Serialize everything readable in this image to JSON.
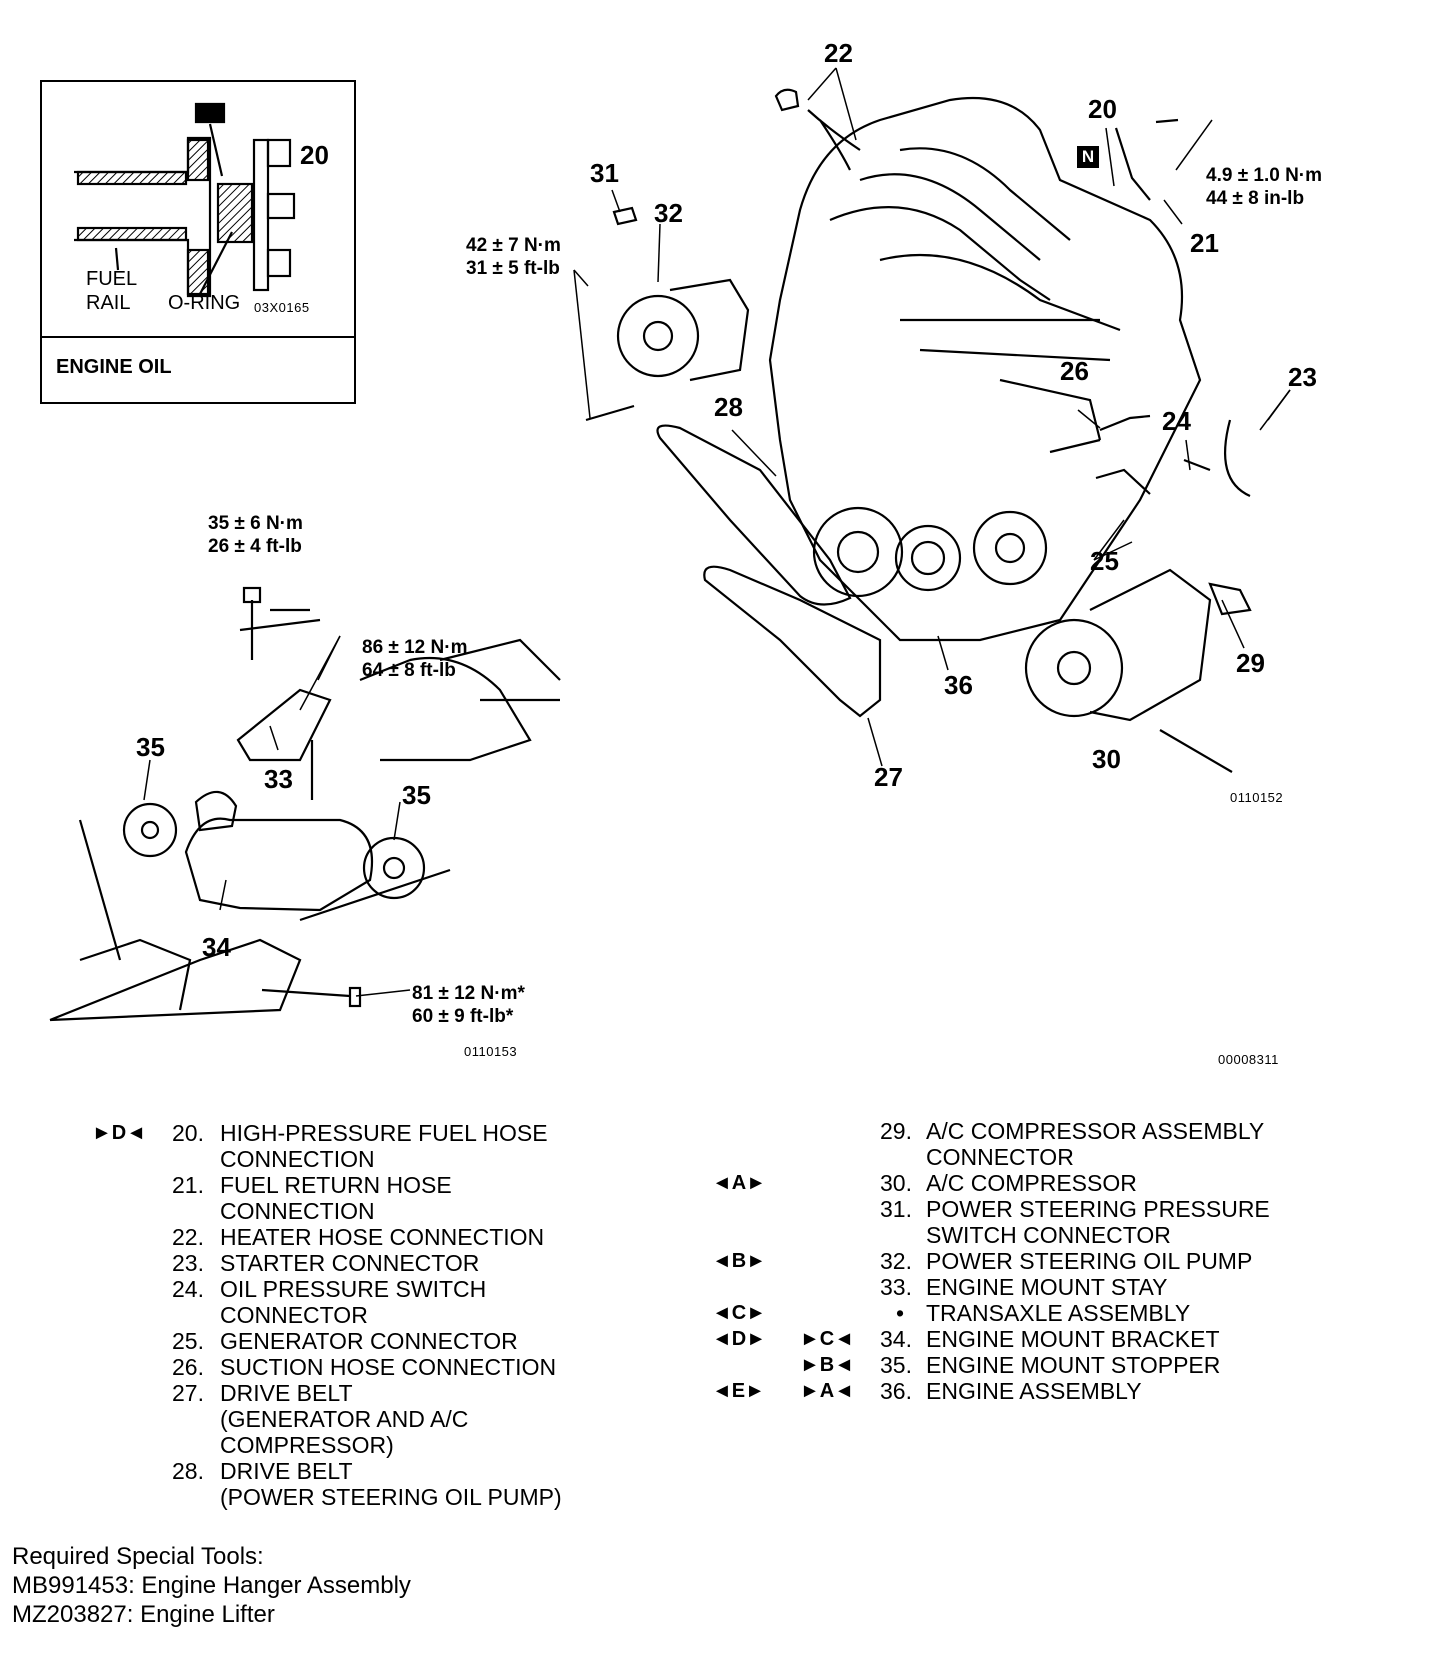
{
  "inset": {
    "callout": "20",
    "fuel_rail_line1": "FUEL",
    "fuel_rail_line2": "RAIL",
    "oring": "O-RING",
    "fig_id": "03X0165",
    "footer": "ENGINE OIL"
  },
  "callouts": {
    "c20": "20",
    "c21": "21",
    "c22": "22",
    "c23": "23",
    "c24": "24",
    "c25": "25",
    "c26": "26",
    "c27": "27",
    "c28": "28",
    "c29": "29",
    "c30": "30",
    "c31": "31",
    "c32": "32",
    "c33": "33",
    "c34": "34",
    "c35a": "35",
    "c35b": "35",
    "c36": "36"
  },
  "torques": {
    "pump_nm": "42 ± 7 N·m",
    "pump_ft": "31 ± 5 ft-lb",
    "hose_nm": "4.9 ± 1.0 N·m",
    "hose_in": "44 ± 8 in-lb",
    "mount_top_nm": "35 ± 6 N·m",
    "mount_top_ft": "26 ± 4 ft-lb",
    "stay_nm": "86 ± 12 N·m",
    "stay_ft": "64 ± 8 ft-lb",
    "bracket_nm": "81 ± 12 N·m*",
    "bracket_ft": "60 ± 9 ft-lb*"
  },
  "badge_n": "N",
  "figure_ids": {
    "main": "0110152",
    "mount": "0110153",
    "sheet": "00008311"
  },
  "legend_left": [
    {
      "tag": "►D◄",
      "num": "20.",
      "text": "HIGH-PRESSURE   FUEL   HOSE"
    },
    {
      "tag": "",
      "num": "",
      "text": "CONNECTION"
    },
    {
      "tag": "",
      "num": "21.",
      "text": "FUEL RETURN HOSE"
    },
    {
      "tag": "",
      "num": "",
      "text": "CONNECTION"
    },
    {
      "tag": "",
      "num": "22.",
      "text": "HEATER HOSE CONNECTION"
    },
    {
      "tag": "",
      "num": "23.",
      "text": "STARTER CONNECTOR"
    },
    {
      "tag": "",
      "num": "24.",
      "text": "OIL PRESSURE SWITCH"
    },
    {
      "tag": "",
      "num": "",
      "text": "CONNECTOR"
    },
    {
      "tag": "",
      "num": "25.",
      "text": "GENERATOR CONNECTOR"
    },
    {
      "tag": "",
      "num": "26.",
      "text": "SUCTION HOSE CONNECTION"
    },
    {
      "tag": "",
      "num": "27.",
      "text": "DRIVE BELT"
    },
    {
      "tag": "",
      "num": "",
      "text": "(GENERATOR AND A/C"
    },
    {
      "tag": "",
      "num": "",
      "text": "COMPRESSOR)"
    },
    {
      "tag": "",
      "num": "28.",
      "text": "DRIVE BELT"
    },
    {
      "tag": "",
      "num": "",
      "text": "(POWER STEERING OIL PUMP)"
    }
  ],
  "legend_right": [
    {
      "tag1": "",
      "tag2": "",
      "num": "29.",
      "text": "A/C   COMPRESSOR   ASSEMBLY"
    },
    {
      "tag1": "",
      "tag2": "",
      "num": "",
      "text": "CONNECTOR"
    },
    {
      "tag1": "◄A►",
      "tag2": "",
      "num": "30.",
      "text": "A/C COMPRESSOR"
    },
    {
      "tag1": "",
      "tag2": "",
      "num": "31.",
      "text": "POWER   STEERING   PRESSURE"
    },
    {
      "tag1": "",
      "tag2": "",
      "num": "",
      "text": "SWITCH CONNECTOR"
    },
    {
      "tag1": "◄B►",
      "tag2": "",
      "num": "32.",
      "text": "POWER STEERING OIL PUMP"
    },
    {
      "tag1": "",
      "tag2": "",
      "num": "33.",
      "text": "ENGINE MOUNT STAY"
    },
    {
      "tag1": "◄C►",
      "tag2": "",
      "num": "•",
      "text": "TRANSAXLE ASSEMBLY"
    },
    {
      "tag1": "◄D►",
      "tag2": "►C◄",
      "num": "34.",
      "text": "ENGINE MOUNT BRACKET"
    },
    {
      "tag1": "",
      "tag2": "►B◄",
      "num": "35.",
      "text": "ENGINE MOUNT STOPPER"
    },
    {
      "tag1": "◄E►",
      "tag2": "►A◄",
      "num": "36.",
      "text": "ENGINE ASSEMBLY"
    }
  ],
  "tools": {
    "heading": "Required Special Tools:",
    "items": [
      "MB991453: Engine Hanger Assembly",
      "MZ203827: Engine Lifter"
    ]
  }
}
